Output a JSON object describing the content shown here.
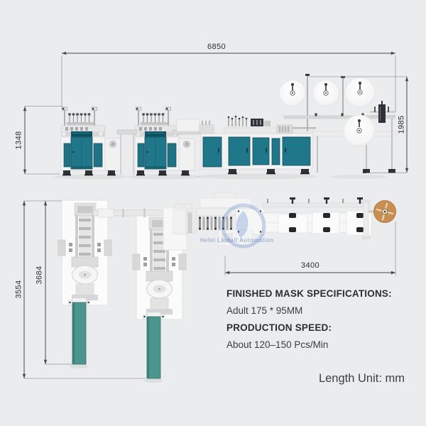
{
  "diagram": {
    "dimensions": {
      "top_length": "6850",
      "front_height": "1348",
      "right_height": "1985",
      "plan_outer_length": "3554",
      "plan_inner_length": "3684",
      "plan_conveyor_length": "3400"
    },
    "specs": {
      "title": "FINISHED MASK SPECIFICATIONS:",
      "size": "Adult 175 * 95MM",
      "speed_title": "PRODUCTION SPEED:",
      "speed": "About 120–150 Pcs/Min"
    },
    "footer": {
      "unit_note": "Length Unit: mm"
    },
    "watermark": {
      "text": "Hefei Lindall Automation"
    },
    "colors": {
      "background": "#ebeced",
      "machine_teal": "#20778a",
      "belt_teal": "#4c948e",
      "tape_disc_orange": "#c88e52",
      "dimension_line": "#474747",
      "watermark_blue": "#587cc4"
    }
  }
}
